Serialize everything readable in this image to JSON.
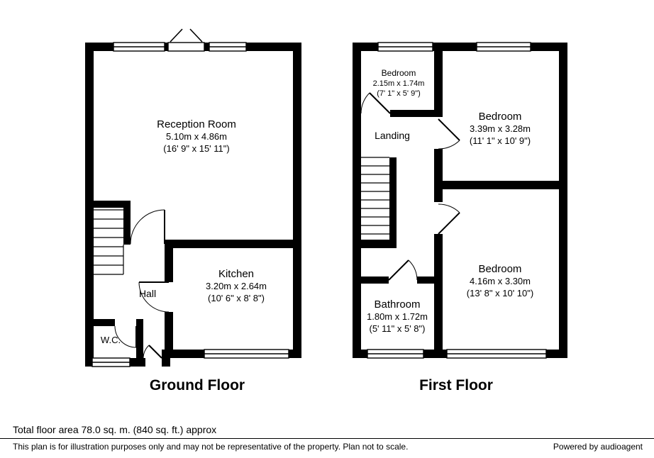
{
  "plan": {
    "ground": {
      "title": "Ground Floor",
      "reception": {
        "name": "Reception Room",
        "metric": "5.10m x 4.86m",
        "imperial": "(16' 9\" x 15' 11\")"
      },
      "kitchen": {
        "name": "Kitchen",
        "metric": "3.20m x 2.64m",
        "imperial": "(10' 6\" x 8' 8\")"
      },
      "hall": {
        "name": "Hall"
      },
      "wc": {
        "name": "W.C."
      }
    },
    "first": {
      "title": "First Floor",
      "bedroom_small": {
        "name": "Bedroom",
        "metric": "2.15m x 1.74m",
        "imperial": "(7' 1\" x 5' 9\")"
      },
      "bedroom_top": {
        "name": "Bedroom",
        "metric": "3.39m x 3.28m",
        "imperial": "(11' 1\" x 10' 9\")"
      },
      "landing": {
        "name": "Landing"
      },
      "bedroom_bottom": {
        "name": "Bedroom",
        "metric": "4.16m x 3.30m",
        "imperial": "(13' 8\" x 10' 10\")"
      },
      "bathroom": {
        "name": "Bathroom",
        "metric": "1.80m x 1.72m",
        "imperial": "(5' 11\" x 5' 8\")"
      }
    }
  },
  "footer": {
    "total_area": "Total floor area 78.0 sq. m. (840 sq. ft.) approx",
    "disclaimer": "This plan is for illustration purposes only and may not be representative of the property. Plan not to scale.",
    "powered_by": "Powered by audioagent"
  },
  "colors": {
    "wall": "#000000",
    "background": "#ffffff",
    "text": "#000000"
  }
}
